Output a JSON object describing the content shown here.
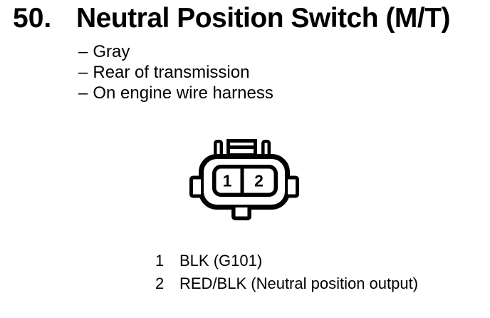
{
  "page": {
    "background": "#ffffff",
    "ink": "#000000"
  },
  "header": {
    "number": "50.",
    "title": "Neutral Position Switch (M/T)"
  },
  "details": {
    "prefix": "–",
    "items": [
      "Gray",
      "Rear of transmission",
      "On engine wire harness"
    ]
  },
  "connector": {
    "type": "2-pin connector drawing",
    "cavities": [
      {
        "num": "1"
      },
      {
        "num": "2"
      }
    ]
  },
  "pins": [
    {
      "num": "1",
      "desc": "BLK (G101)"
    },
    {
      "num": "2",
      "desc": "RED/BLK (Neutral position output)"
    }
  ]
}
